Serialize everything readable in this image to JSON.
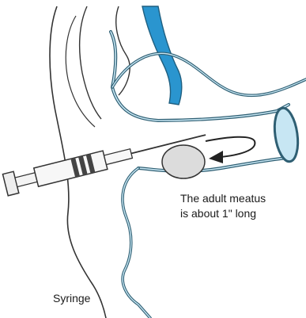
{
  "annotations": {
    "meatus_line1": "The adult meatus",
    "meatus_line2": "is about 1\" long",
    "syringe_label": "Syringe"
  },
  "colors": {
    "canal_fill": "#c7e6f3",
    "canal_outline": "#2f5f73",
    "deep_blue": "#2a95cf",
    "outline": "#333333",
    "syringe_bands": "#444444"
  }
}
